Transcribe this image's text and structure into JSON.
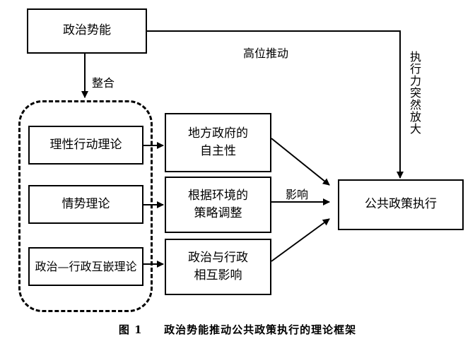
{
  "nodes": {
    "political_momentum": "政治势能",
    "rational_action": "理性行动理论",
    "situation": "情势理论",
    "embedding": "政治—行政互嵌理论",
    "local_autonomy": [
      "地方政府的",
      "自主性"
    ],
    "strategy_adjust": [
      "根据环境的",
      "策略调整"
    ],
    "interaction": [
      "政治与行政",
      "相互影响"
    ],
    "public_policy": "公共政策执行"
  },
  "edges": {
    "integrate": "整合",
    "high_push": "高位推动",
    "influence": "影响",
    "amplify": "执行力突然放大"
  },
  "caption": {
    "number": "图 1",
    "title": "政治势能推动公共政策执行的理论框架"
  }
}
